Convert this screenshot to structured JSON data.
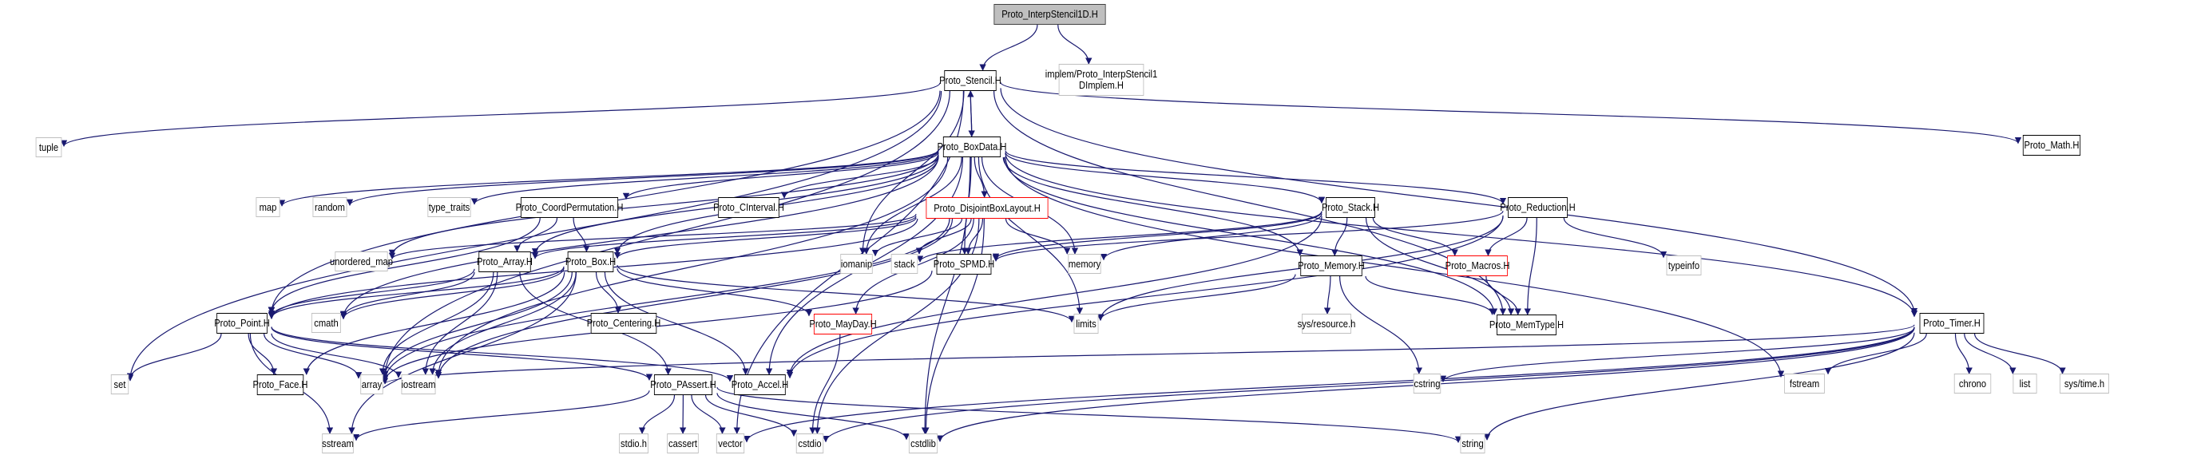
{
  "title": "Proto_InterpStencil1D.H include dependency graph",
  "colors": {
    "edge": "#191970",
    "local_border": "#000000",
    "system_border": "#bfbfbf",
    "root_fill": "#bfbfbf",
    "incomplete_border": "#ff0000"
  },
  "nodes": [
    {
      "id": "interp",
      "label": "Proto_InterpStencil1D.H",
      "kind": "root"
    },
    {
      "id": "stencil",
      "label": "Proto_Stencil.H",
      "kind": "local"
    },
    {
      "id": "implem",
      "label": "implem/Proto_InterpStencil1\nDImplem.H",
      "kind": "system"
    },
    {
      "id": "tuple",
      "label": "tuple",
      "kind": "system"
    },
    {
      "id": "boxdata",
      "label": "Proto_BoxData.H",
      "kind": "local"
    },
    {
      "id": "math",
      "label": "Proto_Math.H",
      "kind": "local"
    },
    {
      "id": "map",
      "label": "map",
      "kind": "system"
    },
    {
      "id": "random",
      "label": "random",
      "kind": "system"
    },
    {
      "id": "type_traits",
      "label": "type_traits",
      "kind": "system"
    },
    {
      "id": "coordperm",
      "label": "Proto_CoordPermutation.H",
      "kind": "local"
    },
    {
      "id": "cinterval",
      "label": "Proto_CInterval.H",
      "kind": "local"
    },
    {
      "id": "dbl",
      "label": "Proto_DisjointBoxLayout.H",
      "kind": "incomplete"
    },
    {
      "id": "stack_h",
      "label": "Proto_Stack.H",
      "kind": "local"
    },
    {
      "id": "reduction",
      "label": "Proto_Reduction.H",
      "kind": "local"
    },
    {
      "id": "unordered_map",
      "label": "unordered_map",
      "kind": "system"
    },
    {
      "id": "array_h",
      "label": "Proto_Array.H",
      "kind": "local"
    },
    {
      "id": "box",
      "label": "Proto_Box.H",
      "kind": "local"
    },
    {
      "id": "iomanip",
      "label": "iomanip",
      "kind": "system"
    },
    {
      "id": "stack",
      "label": "stack",
      "kind": "system"
    },
    {
      "id": "spmd",
      "label": "Proto_SPMD.H",
      "kind": "local"
    },
    {
      "id": "memory",
      "label": "memory",
      "kind": "system"
    },
    {
      "id": "memory_h",
      "label": "Proto_Memory.H",
      "kind": "local"
    },
    {
      "id": "macros",
      "label": "Proto_Macros.H",
      "kind": "incomplete"
    },
    {
      "id": "typeinfo",
      "label": "typeinfo",
      "kind": "system"
    },
    {
      "id": "point",
      "label": "Proto_Point.H",
      "kind": "local"
    },
    {
      "id": "cmath",
      "label": "cmath",
      "kind": "system"
    },
    {
      "id": "centering",
      "label": "Proto_Centering.H",
      "kind": "local"
    },
    {
      "id": "mayday",
      "label": "Proto_MayDay.H",
      "kind": "incomplete"
    },
    {
      "id": "limits",
      "label": "limits",
      "kind": "system"
    },
    {
      "id": "sysresource",
      "label": "sys/resource.h",
      "kind": "system"
    },
    {
      "id": "memtype",
      "label": "Proto_MemType.H",
      "kind": "local"
    },
    {
      "id": "timer",
      "label": "Proto_Timer.H",
      "kind": "local"
    },
    {
      "id": "set",
      "label": "set",
      "kind": "system"
    },
    {
      "id": "face",
      "label": "Proto_Face.H",
      "kind": "local"
    },
    {
      "id": "array",
      "label": "array",
      "kind": "system"
    },
    {
      "id": "iostream",
      "label": "iostream",
      "kind": "system"
    },
    {
      "id": "passert",
      "label": "Proto_PAssert.H",
      "kind": "local"
    },
    {
      "id": "accel",
      "label": "Proto_Accel.H",
      "kind": "local"
    },
    {
      "id": "cstring",
      "label": "cstring",
      "kind": "system"
    },
    {
      "id": "fstream",
      "label": "fstream",
      "kind": "system"
    },
    {
      "id": "chrono",
      "label": "chrono",
      "kind": "system"
    },
    {
      "id": "list",
      "label": "list",
      "kind": "system"
    },
    {
      "id": "systime",
      "label": "sys/time.h",
      "kind": "system"
    },
    {
      "id": "sstream",
      "label": "sstream",
      "kind": "system"
    },
    {
      "id": "stdio_h",
      "label": "stdio.h",
      "kind": "system"
    },
    {
      "id": "cassert",
      "label": "cassert",
      "kind": "system"
    },
    {
      "id": "vector",
      "label": "vector",
      "kind": "system"
    },
    {
      "id": "cstdio",
      "label": "cstdio",
      "kind": "system"
    },
    {
      "id": "cstdlib",
      "label": "cstdlib",
      "kind": "system"
    },
    {
      "id": "string",
      "label": "string",
      "kind": "system"
    }
  ],
  "edges": [
    [
      "interp",
      "stencil"
    ],
    [
      "interp",
      "implem"
    ],
    [
      "stencil",
      "boxdata"
    ],
    [
      "stencil",
      "tuple"
    ],
    [
      "stencil",
      "math"
    ],
    [
      "stencil",
      "timer"
    ],
    [
      "stencil",
      "point"
    ],
    [
      "stencil",
      "set"
    ],
    [
      "stencil",
      "vector"
    ],
    [
      "stencil",
      "iomanip"
    ],
    [
      "stencil",
      "memtype"
    ],
    [
      "stencil",
      "array"
    ],
    [
      "boxdata",
      "stencil"
    ],
    [
      "boxdata",
      "map"
    ],
    [
      "boxdata",
      "random"
    ],
    [
      "boxdata",
      "type_traits"
    ],
    [
      "boxdata",
      "coordperm"
    ],
    [
      "boxdata",
      "cinterval"
    ],
    [
      "boxdata",
      "dbl"
    ],
    [
      "boxdata",
      "stack_h"
    ],
    [
      "boxdata",
      "reduction"
    ],
    [
      "boxdata",
      "unordered_map"
    ],
    [
      "boxdata",
      "array_h"
    ],
    [
      "boxdata",
      "box"
    ],
    [
      "boxdata",
      "memory"
    ],
    [
      "boxdata",
      "memory_h"
    ],
    [
      "boxdata",
      "limits"
    ],
    [
      "boxdata",
      "timer"
    ],
    [
      "boxdata",
      "fstream"
    ],
    [
      "boxdata",
      "cmath"
    ],
    [
      "boxdata",
      "accel"
    ],
    [
      "boxdata",
      "iostream"
    ],
    [
      "boxdata",
      "cstdlib"
    ],
    [
      "boxdata",
      "memtype"
    ],
    [
      "boxdata",
      "spmd"
    ],
    [
      "boxdata",
      "iomanip"
    ],
    [
      "coordperm",
      "array_h"
    ],
    [
      "coordperm",
      "box"
    ],
    [
      "coordperm",
      "point"
    ],
    [
      "dbl",
      "box"
    ],
    [
      "dbl",
      "iomanip"
    ],
    [
      "dbl",
      "stack"
    ],
    [
      "dbl",
      "spmd"
    ],
    [
      "dbl",
      "memory"
    ],
    [
      "dbl",
      "mayday"
    ],
    [
      "dbl",
      "array_h"
    ],
    [
      "dbl",
      "point"
    ],
    [
      "dbl",
      "unordered_map"
    ],
    [
      "dbl",
      "array"
    ],
    [
      "dbl",
      "iostream"
    ],
    [
      "dbl",
      "cstdlib"
    ],
    [
      "dbl",
      "cstdio"
    ],
    [
      "stack_h",
      "memory"
    ],
    [
      "stack_h",
      "memory_h"
    ],
    [
      "stack_h",
      "memtype"
    ],
    [
      "stack_h",
      "macros"
    ],
    [
      "stack_h",
      "spmd"
    ],
    [
      "stack_h",
      "accel"
    ],
    [
      "stack_h",
      "stack"
    ],
    [
      "reduction",
      "macros"
    ],
    [
      "reduction",
      "typeinfo"
    ],
    [
      "reduction",
      "memtype"
    ],
    [
      "reduction",
      "limits"
    ],
    [
      "reduction",
      "spmd"
    ],
    [
      "reduction",
      "accel"
    ],
    [
      "array_h",
      "point"
    ],
    [
      "array_h",
      "cmath"
    ],
    [
      "array_h",
      "array"
    ],
    [
      "array_h",
      "iostream"
    ],
    [
      "array_h",
      "passert"
    ],
    [
      "box",
      "point"
    ],
    [
      "box",
      "cmath"
    ],
    [
      "box",
      "centering"
    ],
    [
      "box",
      "mayday"
    ],
    [
      "box",
      "limits"
    ],
    [
      "box",
      "face"
    ],
    [
      "box",
      "array"
    ],
    [
      "box",
      "iostream"
    ],
    [
      "box",
      "sstream"
    ],
    [
      "box",
      "accel"
    ],
    [
      "spmd",
      "array"
    ],
    [
      "memory_h",
      "limits"
    ],
    [
      "memory_h",
      "sysresource"
    ],
    [
      "memory_h",
      "memtype"
    ],
    [
      "memory_h",
      "cstring"
    ],
    [
      "macros",
      "memtype"
    ],
    [
      "mayday",
      "cstdio"
    ],
    [
      "point",
      "set"
    ],
    [
      "point",
      "face"
    ],
    [
      "point",
      "array"
    ],
    [
      "point",
      "iostream"
    ],
    [
      "point",
      "passert"
    ],
    [
      "point",
      "accel"
    ],
    [
      "point",
      "sstream"
    ],
    [
      "timer",
      "fstream"
    ],
    [
      "timer",
      "chrono"
    ],
    [
      "timer",
      "list"
    ],
    [
      "timer",
      "systime"
    ],
    [
      "timer",
      "cstring"
    ],
    [
      "timer",
      "string"
    ],
    [
      "timer",
      "vector"
    ],
    [
      "timer",
      "cstdio"
    ],
    [
      "timer",
      "cstdlib"
    ],
    [
      "timer",
      "array"
    ],
    [
      "passert",
      "stdio_h"
    ],
    [
      "passert",
      "cassert"
    ],
    [
      "passert",
      "vector"
    ],
    [
      "passert",
      "cstdio"
    ],
    [
      "passert",
      "cstdlib"
    ],
    [
      "passert",
      "sstream"
    ],
    [
      "passert",
      "string"
    ]
  ]
}
